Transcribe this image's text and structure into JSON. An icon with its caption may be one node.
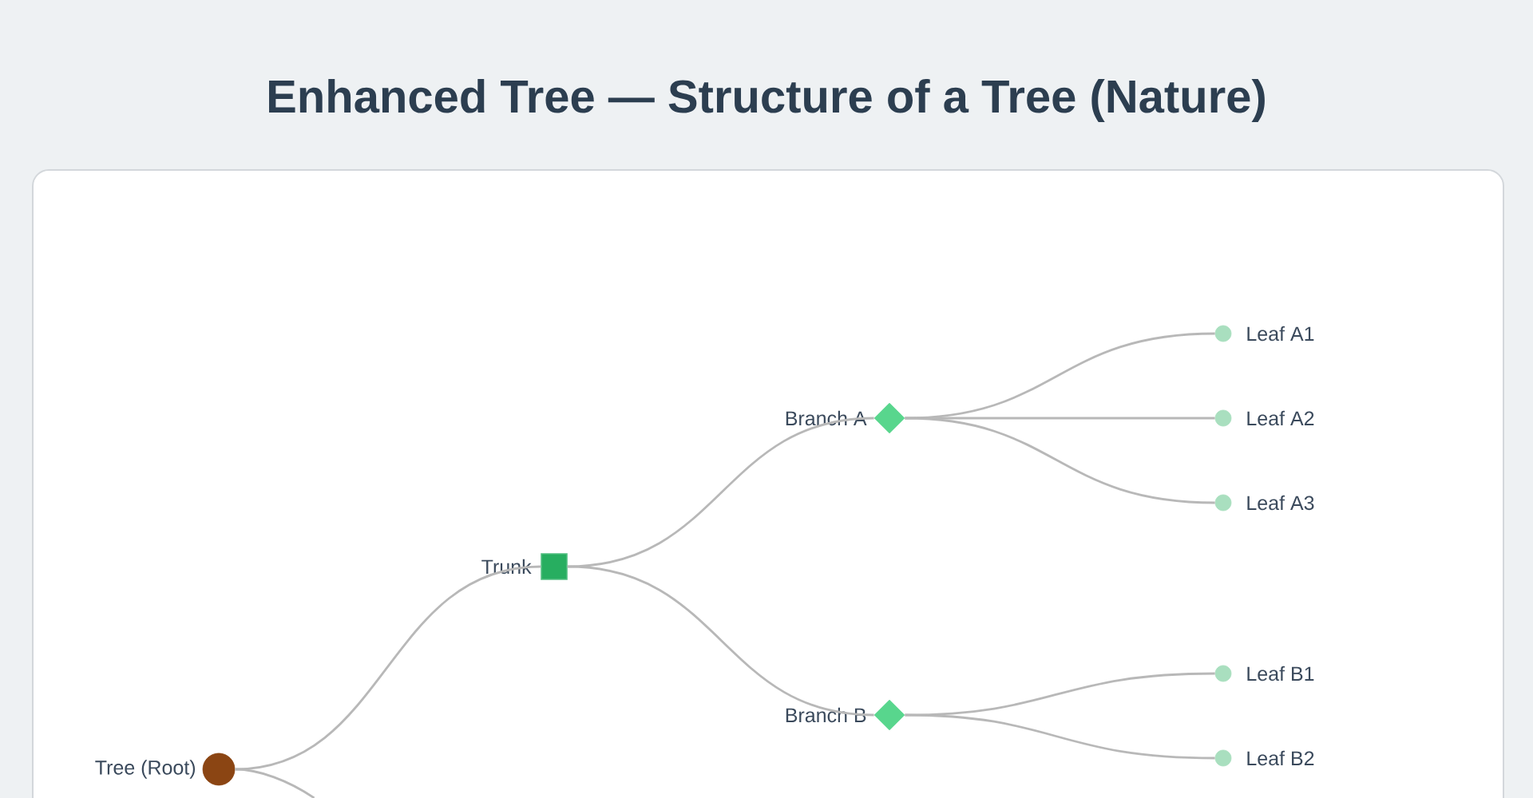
{
  "diagram": {
    "title": "Enhanced Tree — Structure of a Tree (Nature)",
    "nodes": [
      {
        "text": [
          "Tree (Root)"
        ]
      },
      {
        "text": [
          "Trunk"
        ]
      },
      {
        "text": [
          "Branch A"
        ]
      },
      {
        "text": [
          "Leaf A1"
        ]
      },
      {
        "text": [
          "Leaf A2"
        ]
      },
      {
        "text": [
          "Leaf A3"
        ]
      },
      {
        "text": [
          "Branch B"
        ]
      },
      {
        "text": [
          "Leaf B1"
        ]
      },
      {
        "text": [
          "Leaf B2"
        ]
      }
    ],
    "edges": [
      {
        "from": 0,
        "to": 1,
        "arrow": "none"
      },
      {
        "from": 0,
        "to": null,
        "arrow": "none"
      },
      {
        "from": 1,
        "to": 2,
        "arrow": "none"
      },
      {
        "from": 2,
        "to": 3,
        "arrow": "none"
      },
      {
        "from": 2,
        "to": 4,
        "arrow": "none"
      },
      {
        "from": 2,
        "to": 5,
        "arrow": "none"
      },
      {
        "from": 1,
        "to": 6,
        "arrow": "none"
      },
      {
        "from": 6,
        "to": 7,
        "arrow": "none"
      },
      {
        "from": 6,
        "to": 8,
        "arrow": "none"
      }
    ]
  }
}
